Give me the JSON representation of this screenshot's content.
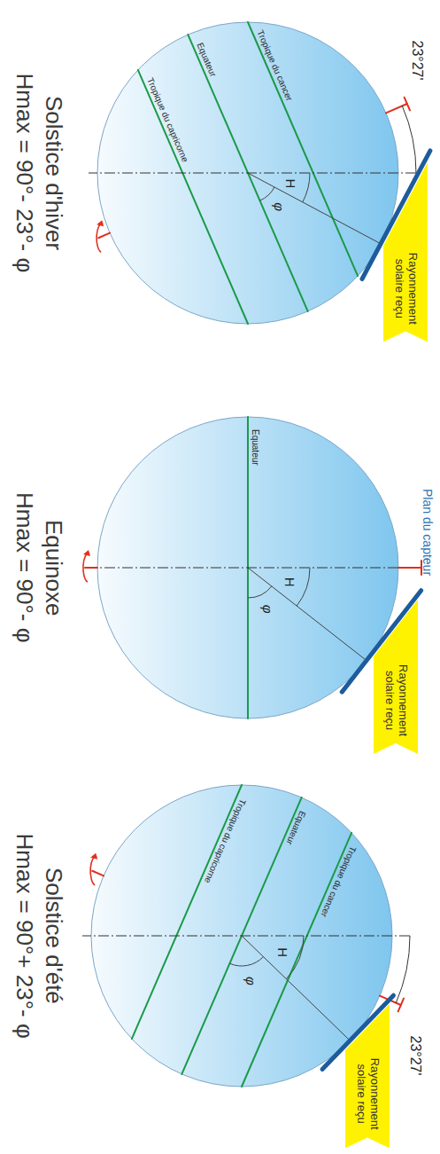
{
  "diagram": {
    "nodes": [
      {
        "text": [
          "Rayonnement solaire reçu"
        ]
      },
      {
        "text": [
          "Rayonnement solaire reçu"
        ]
      },
      {
        "text": [
          "Rayonnement solaire reçu"
        ]
      }
    ],
    "labels": [
      "23°27'",
      "Tropique du cancer",
      "Equateur",
      "Tropique du capricorne",
      "H",
      "φ",
      "Solstice d'hiver",
      "Hmax = 90°- 23°- φ",
      "Plan du capteur",
      "Equateur",
      "H",
      "φ",
      "Equinoxe",
      "Hmax = 90°- φ",
      "23°27'",
      "Tropique du cancer",
      "Equateur",
      "Tropique du capricorne",
      "H",
      "φ",
      "Solstice d'été",
      "Hmax = 90°+ 23°- φ"
    ]
  }
}
